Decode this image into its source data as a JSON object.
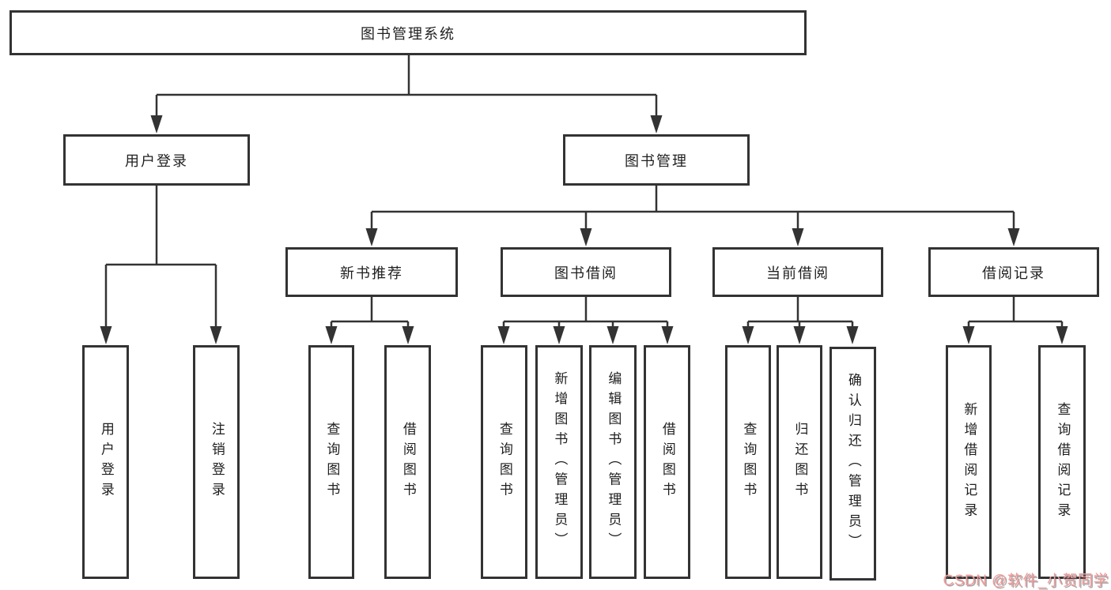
{
  "title": {
    "label": "图书管理系统"
  },
  "branches": {
    "login": {
      "label": "用户登录",
      "children": [
        {
          "label": "用户登录"
        },
        {
          "label": "注销登录"
        }
      ]
    },
    "management": {
      "label": "图书管理",
      "modules": [
        {
          "label": "新书推荐",
          "children": [
            {
              "label": "查询图书"
            },
            {
              "label": "借阅图书"
            }
          ]
        },
        {
          "label": "图书借阅",
          "children": [
            {
              "label": "查询图书"
            },
            {
              "label": "新增图书（管理员）"
            },
            {
              "label": "编辑图书（管理员）"
            },
            {
              "label": "借阅图书"
            }
          ]
        },
        {
          "label": "当前借阅",
          "children": [
            {
              "label": "查询图书"
            },
            {
              "label": "归还图书"
            },
            {
              "label": "确认归还（管理员）"
            }
          ]
        },
        {
          "label": "借阅记录",
          "children": [
            {
              "label": "新增借阅记录"
            },
            {
              "label": "查询借阅记录"
            }
          ]
        }
      ]
    }
  },
  "watermark": {
    "text": "CSDN @软件_小贺同学"
  },
  "colors": {
    "line": "#333333",
    "box_background": "#ffffff",
    "watermark_pink": "#f29b9b"
  }
}
